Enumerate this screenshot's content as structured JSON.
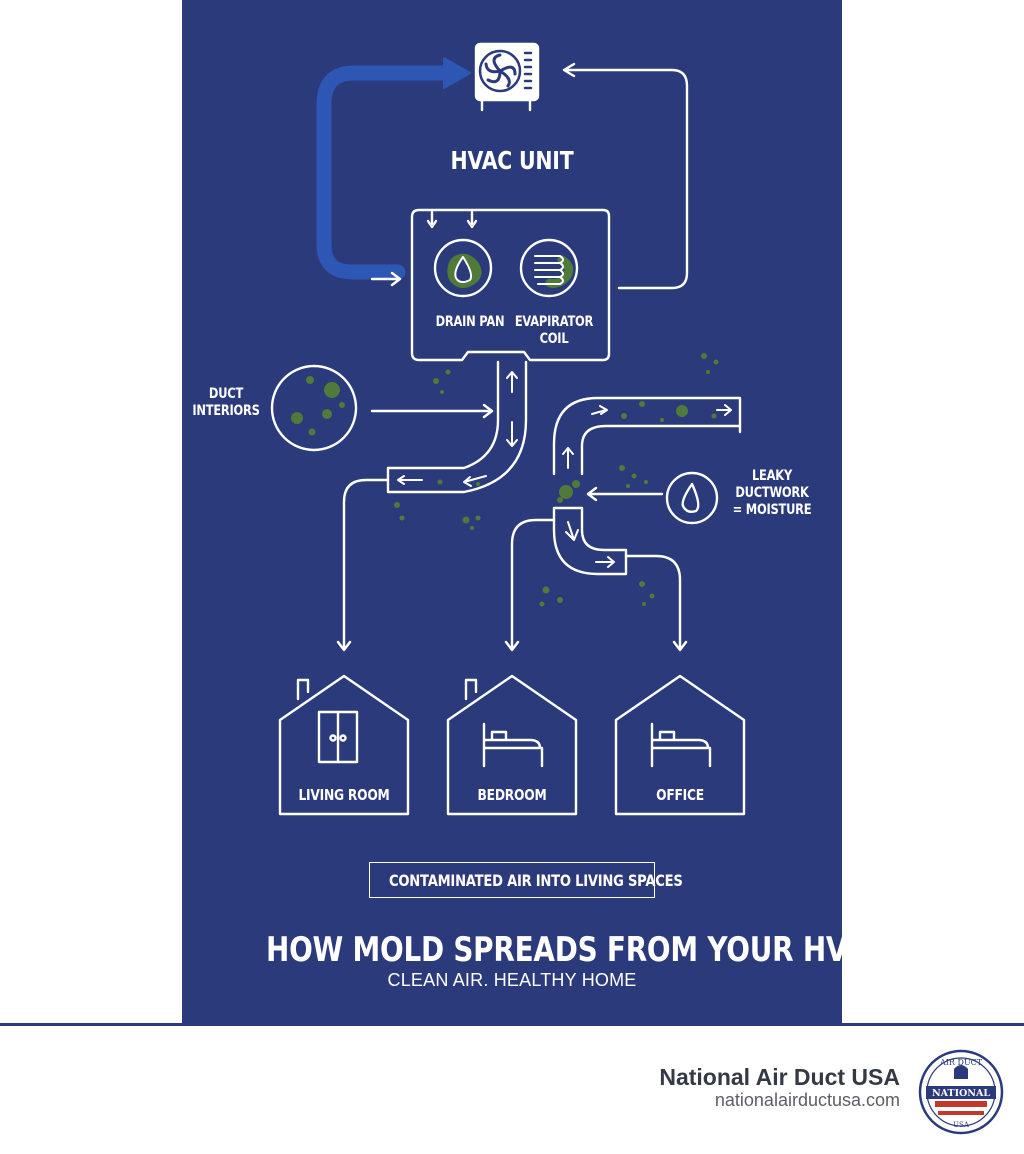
{
  "diagram": {
    "hvac_unit_label": "HVAC UNIT",
    "drain_pan_label": "DRAIN PAN",
    "evaporator_coil_label": "EVAPIRATOR\nCOIL",
    "duct_interiors_label": "DUCT\nINTERIORS",
    "leaky_ductwork_label": "LEAKY\nDUCTWORK\n= MOISTURE",
    "rooms": [
      "LIVING ROOM",
      "BEDROOM",
      "OFFICE"
    ],
    "contaminated_label": "CONTAMINATED AIR INTO LIVING SPACES",
    "title": "HOW MOLD SPREADS FROM YOUR HVAC",
    "subtitle": "CLEAN AIR. HEALTHY HOME"
  },
  "footer": {
    "company_name": "National Air Duct USA",
    "company_url": "nationalairductusa.com",
    "logo_text": "NATIONAL",
    "logo_top_arc": "AIR DUCT",
    "logo_bottom": "USA"
  },
  "colors": {
    "poster_bg": "#2b3a7a",
    "line": "#ffffff",
    "mold": "#4f7a3a",
    "accent_blue": "#2e56b4"
  },
  "icons": [
    "fan-icon",
    "water-drop-icon",
    "coil-icon",
    "mold-spore-icon",
    "door-icon",
    "bed-icon",
    "house-icon"
  ]
}
